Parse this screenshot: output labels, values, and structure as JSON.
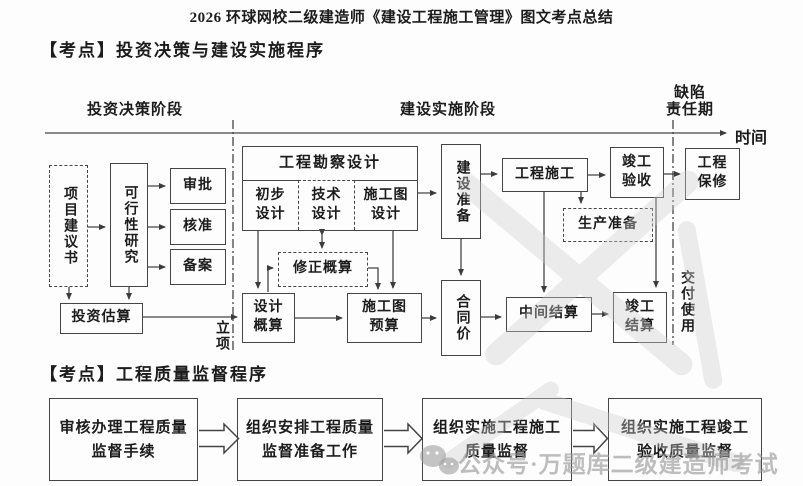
{
  "page": {
    "title": "2026 环球网校二级建造师《建设工程施工管理》图文考点总结"
  },
  "colors": {
    "ink": "#1c1c1c",
    "line": "#454545",
    "watermark_gray": "#a9a9a9"
  },
  "section_investment": {
    "heading": "【考点】投资决策与建设实施程序",
    "phase_labels": {
      "decision": "投资决策阶段",
      "implementation": "建设实施阶段",
      "defect_liability": "缺陷\n责任期"
    },
    "timeline_label": "时间",
    "milestone_labels": {
      "project_initiation": "立项",
      "handover_for_use": "交付使用"
    },
    "boxes": {
      "project_proposal": "项目建议书",
      "feasibility_study": "可行性研究",
      "approval": "审批",
      "verification": "核准",
      "filing": "备案",
      "investment_estimate": "投资估算",
      "survey_design_header": "工程勘察设计",
      "preliminary_design": "初步\n设计",
      "technical_design": "技术\n设计",
      "construction_drawing_design": "施工图\n设计",
      "revised_estimate": "修正概算",
      "design_estimate": "设计\n概算",
      "construction_drawing_budget": "施工图\n预算",
      "construction_preparation": "建设准备",
      "contract_price": "合同价",
      "construction": "工程施工",
      "interim_settlement": "中间结算",
      "production_preparation": "生产准备",
      "completion_acceptance": "竣工\n验收",
      "completion_settlement": "竣工\n结算",
      "warranty": "工程\n保修"
    }
  },
  "section_supervision": {
    "heading": "【考点】工程质量监督程序",
    "steps": [
      {
        "label": "审核办理工程质量\n监督手续"
      },
      {
        "label": "组织安排工程质量\n监督准备工作"
      },
      {
        "label": "组织实施工程施工\n质量监督"
      },
      {
        "label": "组织实施工程竣工\n验收质量监督"
      }
    ]
  },
  "watermark": {
    "icon": "wechat-icon",
    "text": "公众号·万题库二级建造师考试"
  }
}
